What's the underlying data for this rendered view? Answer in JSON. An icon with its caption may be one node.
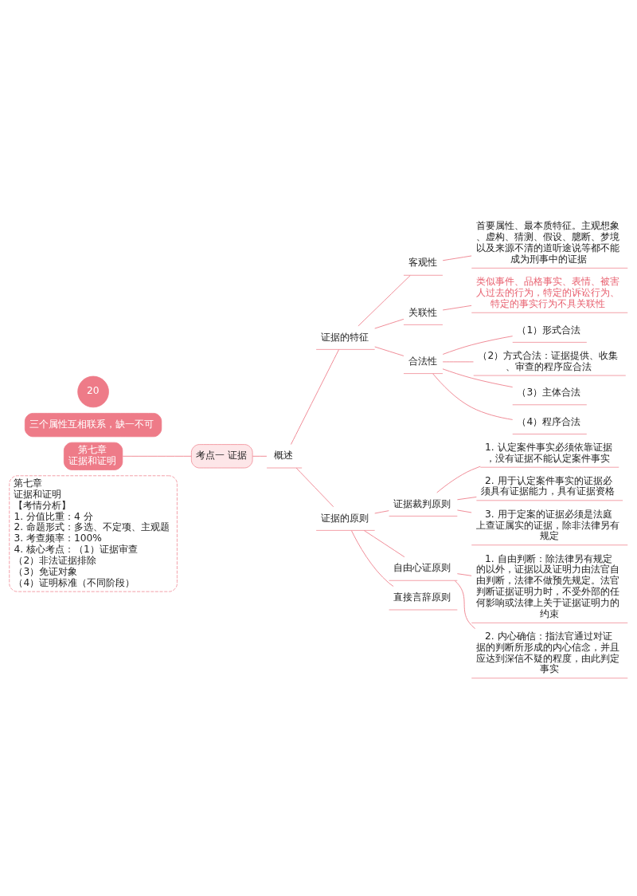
{
  "diagram": {
    "nodes": [
      {
        "text": [
          "第七章",
          "证据和证明",
          "【考情分析】",
          "1. 分值比重：4 分",
          "2. 命题形式：多选、不定项、主观题",
          "3. 考查频率：100%",
          "4. 核心考点：（1）证据审查",
          "（2）非法证据排除",
          "（3）免证对象",
          "（4）证明标准（不同阶段）"
        ]
      },
      {
        "text": [
          "第七章",
          "证据和证明"
        ]
      },
      {
        "text": [
          "考点一 证据"
        ]
      },
      {
        "text": [
          "概述"
        ]
      },
      {
        "text": [
          "证据的特征"
        ]
      },
      {
        "text": [
          "客观性"
        ]
      },
      {
        "text": [
          "首要属性、最本质特征。主观想象、虚构、猜测、假设、臆断、梦境以及来源不清的道听途说等都不能成为刑事中的证据"
        ]
      },
      {
        "text": [
          "关联性"
        ]
      },
      {
        "text": [
          "类似事件、品格事实、表情、被害人过去的行为，特定的诉讼行为、特定的事实行为不具关联性"
        ]
      },
      {
        "text": [
          "合法性"
        ]
      },
      {
        "text": [
          "（1）形式合法"
        ]
      },
      {
        "text": [
          "（2）方式合法：证据提供、收集、审查的程序应合法"
        ]
      },
      {
        "text": [
          "（3）主体合法"
        ]
      },
      {
        "text": [
          "（4）程序合法"
        ]
      },
      {
        "text": [
          "三个属性互相联系，缺一不可"
        ]
      },
      {
        "text": [
          "证据的原则"
        ]
      },
      {
        "text": [
          "证据裁判原则"
        ]
      },
      {
        "text": [
          "1. 认定案件事实必须依靠证据，没有证据不能认定案件事实"
        ]
      },
      {
        "text": [
          "2. 用于认定案件事实的证据必须具有证据能力，具有证据资格"
        ]
      },
      {
        "text": [
          "3. 用于定案的证据必须是法庭上查证属实的证据，除非法律另有规定"
        ]
      },
      {
        "text": [
          "自由心证原则"
        ]
      },
      {
        "text": [
          "1. 自由判断：除法律另有规定的以外，证据以及证明力由法官自由判断，法律不做预先规定。法官判断证据证明力时，不受外部的任何影响或法律上关于证据证明力的约束"
        ]
      },
      {
        "text": [
          "2. 内心确信：指法官通过对证据的判断所形成的内心信念，并且应达到深信不疑的程度，由此判定事实"
        ]
      },
      {
        "text": [
          "直接言辞原则"
        ]
      }
    ],
    "edges": [
      {
        "from": 1,
        "to": 2,
        "arrow": "none"
      },
      {
        "from": 2,
        "to": 3,
        "arrow": "none"
      },
      {
        "from": 3,
        "to": 4,
        "arrow": "none"
      },
      {
        "from": 4,
        "to": 5,
        "arrow": "none"
      },
      {
        "from": 5,
        "to": 6,
        "arrow": "none"
      },
      {
        "from": 4,
        "to": 7,
        "arrow": "none"
      },
      {
        "from": 7,
        "to": 8,
        "arrow": "none"
      },
      {
        "from": 4,
        "to": 9,
        "arrow": "none"
      },
      {
        "from": 9,
        "to": 10,
        "arrow": "none"
      },
      {
        "from": 9,
        "to": 11,
        "arrow": "none"
      },
      {
        "from": 9,
        "to": 12,
        "arrow": "none"
      },
      {
        "from": 9,
        "to": 13,
        "arrow": "none"
      },
      {
        "from": 3,
        "to": 15,
        "arrow": "none"
      },
      {
        "from": 15,
        "to": 16,
        "arrow": "none"
      },
      {
        "from": 16,
        "to": 17,
        "arrow": "none"
      },
      {
        "from": 16,
        "to": 18,
        "arrow": "none"
      },
      {
        "from": 16,
        "to": 19,
        "arrow": "none"
      },
      {
        "from": 15,
        "to": 20,
        "arrow": "none"
      },
      {
        "from": 20,
        "to": 21,
        "arrow": "none"
      },
      {
        "from": 20,
        "to": 22,
        "arrow": "none"
      },
      {
        "from": 15,
        "to": 23,
        "arrow": "none"
      }
    ],
    "labels": [
      "20"
    ]
  }
}
